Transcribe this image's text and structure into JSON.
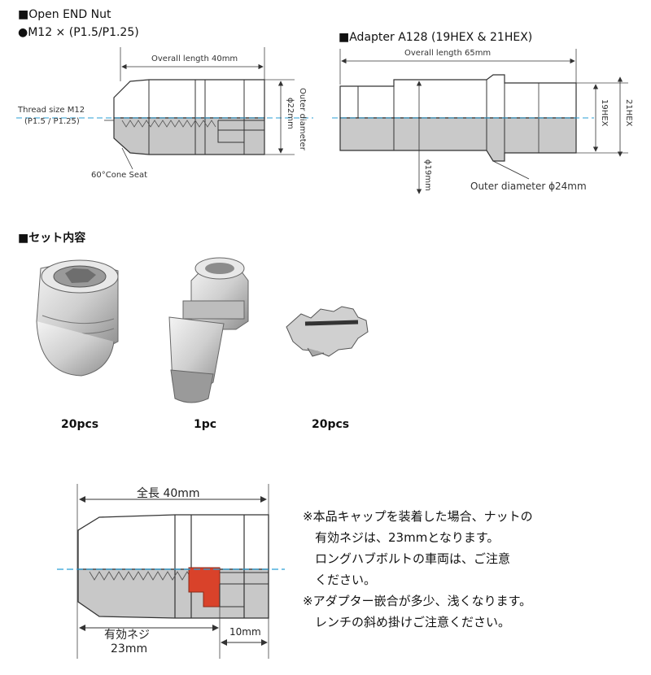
{
  "top_left": {
    "heading1": "■Open END Nut",
    "heading2": "●M12 × (P1.5/P1.25)",
    "overall_length": "Overall length 40mm",
    "thread_size_line1": "Thread size M12",
    "thread_size_line2": "(P1.5 / P1.25)",
    "outer_diameter": "Outer diameter",
    "outer_diameter_value": "ϕ22mm",
    "cone_seat": "60°Cone Seat"
  },
  "top_right": {
    "heading": "■Adapter A128 (19HEX & 21HEX)",
    "overall_length": "Overall length 65mm",
    "hex19": "19HEX",
    "hex21": "21HEX",
    "diameter19": "ϕ19mm",
    "outer_diameter": "Outer diameter ϕ24mm"
  },
  "set_contents": {
    "heading": "■セット内容",
    "items": [
      {
        "name": "nut",
        "qty": "20pcs"
      },
      {
        "name": "adapter",
        "qty": "1pc"
      },
      {
        "name": "cap",
        "qty": "20pcs"
      }
    ]
  },
  "bottom": {
    "total_length": "全長 40mm",
    "effective_thread_line1": "有効ネジ",
    "effective_thread_line2": "23mm",
    "ten_mm": "10mm",
    "notes": [
      "※本品キャップを装着した場合、ナットの",
      "　有効ネジは、23mmとなります。",
      "　ロングハブボルトの車両は、ご注意",
      "　ください。",
      "※アダプター嵌合が多少、浅くなります。",
      "　レンチの斜め掛けご注意ください。"
    ]
  },
  "colors": {
    "centerline": "#2a9fd6",
    "cap_red": "#d9422a",
    "metal_gray": "#c9c9c9"
  }
}
